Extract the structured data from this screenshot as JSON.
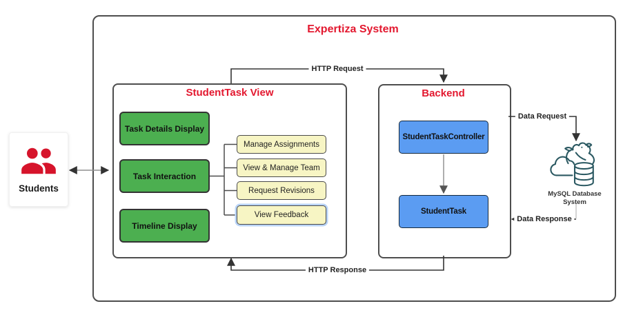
{
  "diagram": {
    "title": "Expertiza System",
    "actor": {
      "label": "Students"
    },
    "view": {
      "title": "StudentTask View",
      "components": [
        "Task Details Display",
        "Task Interaction",
        "Timeline Display"
      ],
      "actions": [
        "Manage Assignments",
        "View & Manage Team",
        "Request Revisions",
        "View Feedback"
      ]
    },
    "backend": {
      "title": "Backend",
      "controller": "StudentTaskController",
      "model": "StudentTask"
    },
    "database": {
      "label": "MySQL Database System"
    },
    "edges": {
      "http_request": "HTTP Request",
      "http_response": "HTTP Response",
      "data_request": "Data Request",
      "data_response": "Data Response"
    },
    "colors": {
      "accent_red": "#e3182f",
      "component_green": "#4caf50",
      "action_yellow": "#f7f5c4",
      "backend_blue": "#5b9cf2",
      "db_teal": "#2a5861",
      "wire_dark": "#333333",
      "wire_gray": "#8f8f8f"
    }
  }
}
